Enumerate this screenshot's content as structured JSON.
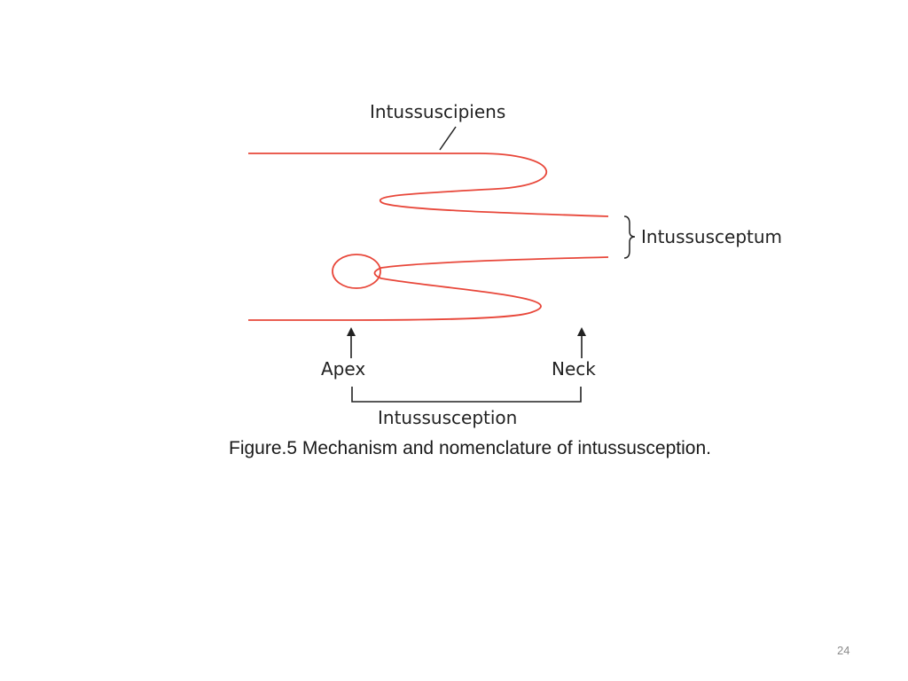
{
  "diagram": {
    "labels": {
      "intussuscipiens": "Intussuscipiens",
      "intussusceptum": "Intussusceptum",
      "apex": "Apex",
      "neck": "Neck",
      "intussusception": "Intussusception"
    },
    "colors": {
      "bowel_wall": "#e8473a",
      "annotation": "#222222"
    }
  },
  "caption": "Figure.5 Mechanism and nomenclature of intussusception.",
  "page_number": "24"
}
